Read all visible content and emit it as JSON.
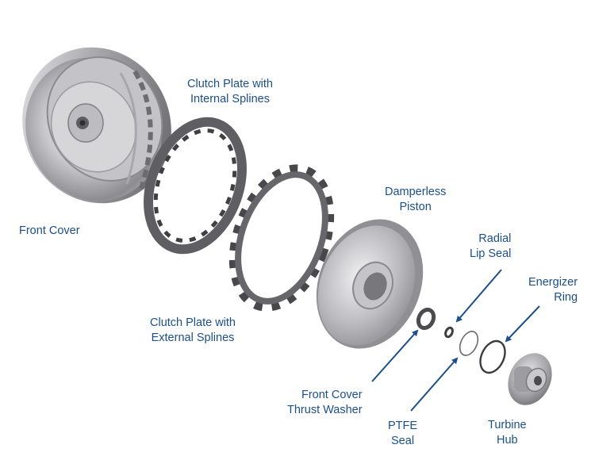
{
  "labels": {
    "front_cover": "Front Cover",
    "clutch_internal": [
      "Clutch Plate with",
      "Internal Splines"
    ],
    "clutch_external": [
      "Clutch Plate with",
      "External Splines"
    ],
    "damperless_piston": [
      "Damperless",
      "Piston"
    ],
    "radial_lip_seal": [
      "Radial",
      "Lip Seal"
    ],
    "energizer_ring": [
      "Energizer",
      "Ring"
    ],
    "thrust_washer": [
      "Front Cover",
      "Thrust Washer"
    ],
    "ptfe_seal": [
      "PTFE",
      "Seal"
    ],
    "turbine_hub": [
      "Turbine",
      "Hub"
    ]
  },
  "colors": {
    "label_text": "#1b4f8a",
    "arrow": "#1b4f8a",
    "plate_dark": "#5e5e63",
    "metal_light": "#d9d9dc",
    "metal_dark": "#7d7d82"
  }
}
